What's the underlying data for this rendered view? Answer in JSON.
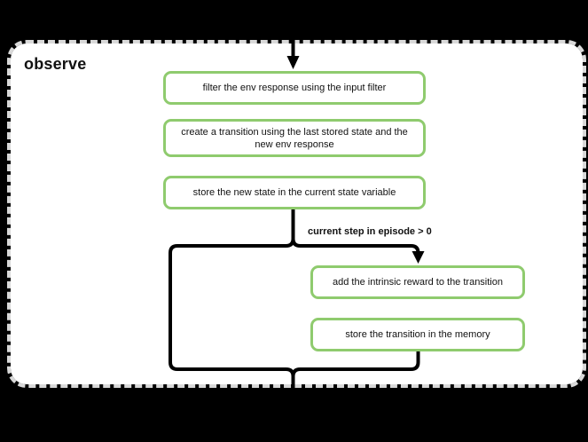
{
  "container": {
    "title": "observe"
  },
  "nodes": [
    {
      "id": "filter-env-response",
      "label": "filter the env response using the input filter"
    },
    {
      "id": "create-transition",
      "label": "create a transition using the last stored state and the new env response"
    },
    {
      "id": "store-new-state",
      "label": "store the new state in the current state variable"
    },
    {
      "id": "add-intrinsic-reward",
      "label": "add the intrinsic reward to the transition"
    },
    {
      "id": "store-transition",
      "label": "store the transition in the memory"
    }
  ],
  "edges": {
    "branch_label": "current step in episode > 0"
  },
  "colors": {
    "page_background": "#000000",
    "container_fill": "#ffffff",
    "container_border": "#d9d9d9",
    "node_border": "#8fcb6e",
    "node_fill": "#ffffff",
    "edge": "#000000",
    "text": "#111111"
  }
}
